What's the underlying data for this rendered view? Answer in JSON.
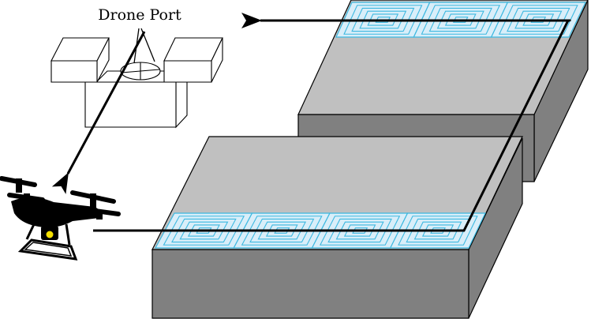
{
  "labels": {
    "drone_port": "Drone Port"
  },
  "diagram": {
    "components": [
      "drone-port",
      "drone",
      "road-block-back",
      "road-block-front",
      "charging-coil-pads",
      "route-arrows"
    ],
    "pads": {
      "back_road_count": 3,
      "front_road_count": 4
    },
    "colors": {
      "road_top": "#c0c0c0",
      "road_side": "#808080",
      "road_outline": "#000000",
      "coil_fill": "#d9eef9",
      "coil_line": "#3cb8e0",
      "drone_body": "#000000",
      "camera_lens": "#f5e000",
      "arrow": "#000000"
    }
  }
}
